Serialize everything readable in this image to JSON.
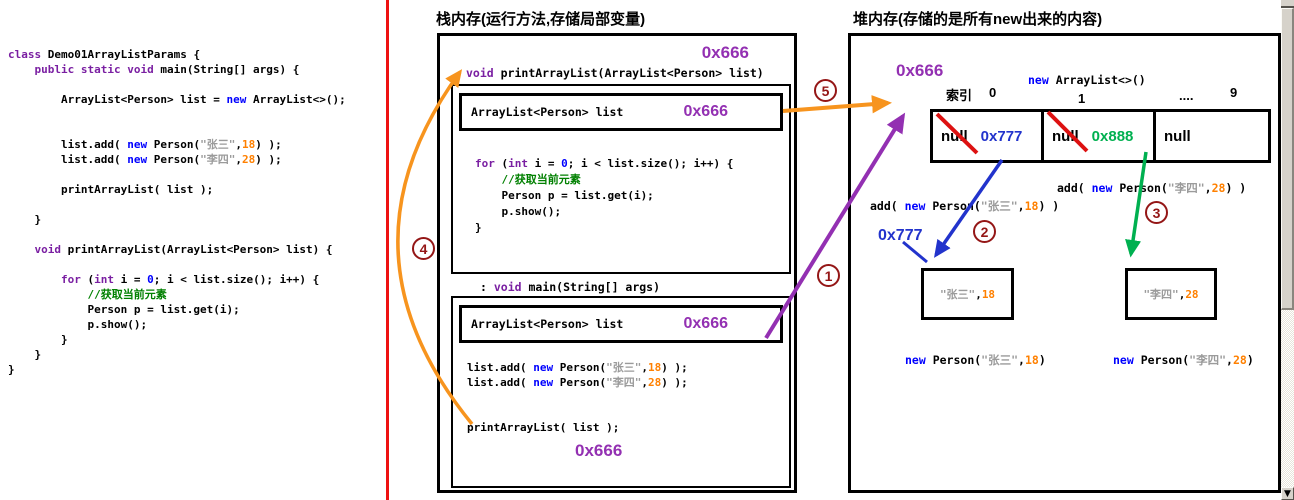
{
  "colors": {
    "keyword_purple": "#7a1fa2",
    "new_blue": "#0000ff",
    "string_gray": "#9b9b9b",
    "number_orange": "#ff8000",
    "comment_green": "#008000",
    "address_purple": "#9330b2",
    "pointer_blue": "#2233cc",
    "pointer_green": "#00b050",
    "arrow_orange": "#f7941e",
    "step_dark_red": "#941616",
    "divider_red": "#ee1111"
  },
  "code_panel": {
    "lines": [
      [
        {
          "c": "k",
          "t": "class"
        },
        " Demo01ArrayListParams {"
      ],
      [
        "    ",
        {
          "c": "k",
          "t": "public static void"
        },
        " main(String[] args) {"
      ],
      [],
      [
        "        ArrayList<Person> list = ",
        {
          "c": "n",
          "t": "new"
        },
        " ArrayList<>();"
      ],
      [],
      [],
      [
        "        list.add( ",
        {
          "c": "n",
          "t": "new"
        },
        " Person(",
        {
          "c": "s",
          "t": "\"张三\""
        },
        ",",
        {
          "c": "o",
          "t": "18"
        },
        ") );"
      ],
      [
        "        list.add( ",
        {
          "c": "n",
          "t": "new"
        },
        " Person(",
        {
          "c": "s",
          "t": "\"李四\""
        },
        ",",
        {
          "c": "o",
          "t": "28"
        },
        ") );"
      ],
      [],
      [
        "        printArrayList( list );"
      ],
      [],
      [
        "    }"
      ],
      [],
      [
        "    ",
        {
          "c": "k",
          "t": "void"
        },
        " printArrayList(ArrayList<Person> list) {"
      ],
      [],
      [
        "        ",
        {
          "c": "k",
          "t": "for"
        },
        " (",
        {
          "c": "k",
          "t": "int"
        },
        " i = ",
        {
          "c": "b",
          "t": "0"
        },
        "; i < list.size(); i++) {"
      ],
      [
        "            ",
        {
          "c": "c",
          "t": "//获取当前元素"
        }
      ],
      [
        "            Person p = list.get(i);"
      ],
      [
        "            p.show();"
      ],
      [
        "        }"
      ],
      [
        "    }"
      ],
      [
        "}"
      ]
    ]
  },
  "stack": {
    "title": "栈内存(运行方法,存储局部变量)",
    "box_address": "0x666",
    "print_frame": {
      "signature": [
        {
          "c": "k",
          "t": "void"
        },
        " printArrayList(ArrayList<Person> list)"
      ],
      "variable": {
        "decl": "ArrayList<Person> list",
        "address": "0x666"
      },
      "body": [
        [
          {
            "c": "k",
            "t": "for"
          },
          " (",
          {
            "c": "k",
            "t": "int"
          },
          " i = ",
          {
            "c": "b",
            "t": "0"
          },
          "; i < list.size(); i++) {"
        ],
        [
          "    ",
          {
            "c": "c",
            "t": "//获取当前元素"
          }
        ],
        [
          "    Person p = list.get(i);"
        ],
        [
          "    p.show();"
        ],
        [
          "}"
        ]
      ]
    },
    "main_frame": {
      "signature": [
        ": ",
        {
          "c": "k",
          "t": "void"
        },
        " main(String[] args)"
      ],
      "variable": {
        "decl": "ArrayList<Person> list",
        "address": "0x666"
      },
      "body": [
        [
          "list.add( ",
          {
            "c": "n",
            "t": "new"
          },
          " Person(",
          {
            "c": "s",
            "t": "\"张三\""
          },
          ",",
          {
            "c": "o",
            "t": "18"
          },
          ") );"
        ],
        [
          "list.add( ",
          {
            "c": "n",
            "t": "new"
          },
          " Person(",
          {
            "c": "s",
            "t": "\"李四\""
          },
          ",",
          {
            "c": "o",
            "t": "28"
          },
          ") );"
        ],
        [],
        [],
        [
          "printArrayList( list );"
        ]
      ],
      "return_address": "0x666"
    }
  },
  "heap": {
    "title": "堆内存(存储的是所有new出来的内容)",
    "array_address": "0x666",
    "array_expr": [
      {
        "c": "n",
        "t": "new"
      },
      " ArrayList<>()"
    ],
    "index_label": "索引",
    "index_values": [
      "0",
      "1",
      "....",
      "9"
    ],
    "cells": [
      {
        "null_label": "null",
        "value": "0x777"
      },
      {
        "null_label": "null",
        "value": "0x888"
      },
      {
        "null_label": "null",
        "value": ""
      }
    ],
    "add_labels": [
      [
        "add( ",
        {
          "c": "n",
          "t": "new"
        },
        " Person(",
        {
          "c": "s",
          "t": "\"张三\""
        },
        ",",
        {
          "c": "o",
          "t": "18"
        },
        ") )"
      ],
      [
        "add( ",
        {
          "c": "n",
          "t": "new"
        },
        " Person(",
        {
          "c": "s",
          "t": "\"李四\""
        },
        ",",
        {
          "c": "o",
          "t": "28"
        },
        ") )"
      ]
    ],
    "pointer_label": "0x777",
    "objects": [
      [
        {
          "c": "s",
          "t": "\"张三\""
        },
        ",",
        {
          "c": "o",
          "t": "18"
        }
      ],
      [
        {
          "c": "s",
          "t": "\"李四\""
        },
        ",",
        {
          "c": "o",
          "t": "28"
        }
      ]
    ],
    "new_exprs": [
      [
        {
          "c": "n",
          "t": "new"
        },
        " Person(",
        {
          "c": "s",
          "t": "\"张三\""
        },
        ",",
        {
          "c": "o",
          "t": "18"
        },
        ")"
      ],
      [
        {
          "c": "n",
          "t": "new"
        },
        " Person(",
        {
          "c": "s",
          "t": "\"李四\""
        },
        ",",
        {
          "c": "o",
          "t": "28"
        },
        ")"
      ]
    ]
  },
  "steps": [
    "1",
    "2",
    "3",
    "4",
    "5"
  ],
  "scrollbar": {
    "down_arrow": "▼"
  }
}
